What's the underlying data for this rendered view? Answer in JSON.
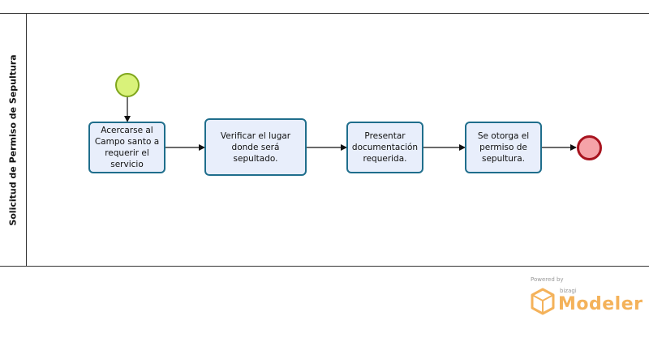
{
  "diagram": {
    "lane_title": "Solicitud de Permiso de Sepultura",
    "tasks": [
      {
        "label": "Acercarse al Campo santo a requerir el servicio"
      },
      {
        "label": "Verificar el lugar donde será sepultado."
      },
      {
        "label": "Presentar documentación requerida."
      },
      {
        "label": "Se otorga el permiso de sepultura."
      }
    ],
    "colors": {
      "task_fill": "#e8eefb",
      "task_border": "#1f6e8c",
      "start_fill": "#d9f27a",
      "end_fill": "#f5a3a8",
      "end_border": "#a8141f"
    }
  },
  "watermark": {
    "powered_by": "Powered by",
    "brand": "bizagi",
    "product": "Modeler"
  }
}
